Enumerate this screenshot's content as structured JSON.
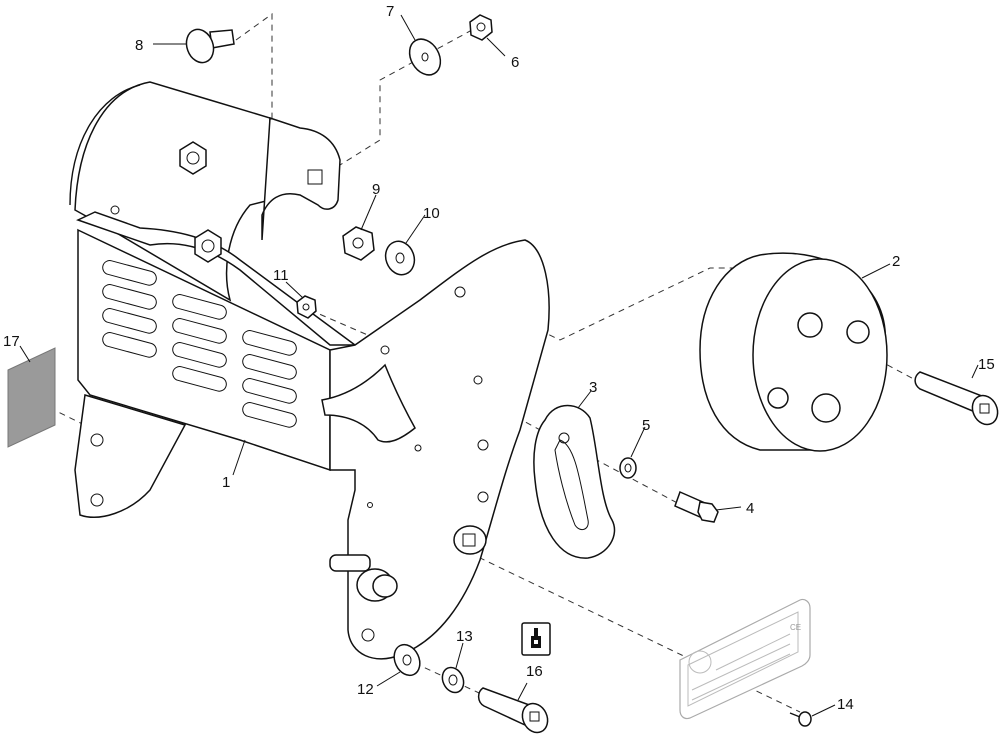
{
  "callouts": {
    "c1": "1",
    "c2": "2",
    "c3": "3",
    "c4": "4",
    "c5": "5",
    "c6": "6",
    "c7": "7",
    "c8": "8",
    "c9": "9",
    "c10": "10",
    "c11": "11",
    "c12": "12",
    "c13": "13",
    "c14": "14",
    "c15": "15",
    "c16": "16",
    "c17": "17"
  },
  "nameplate": {
    "mark": "CE"
  }
}
